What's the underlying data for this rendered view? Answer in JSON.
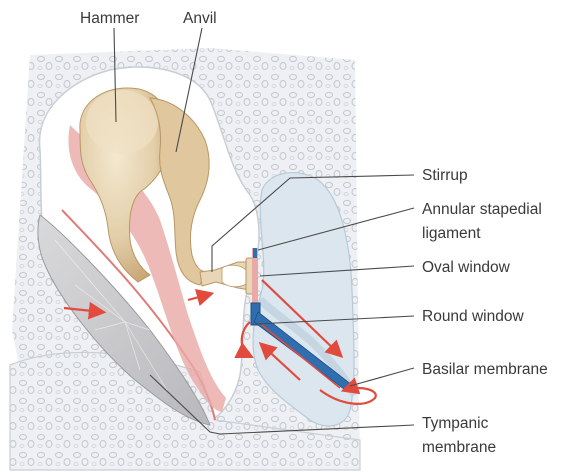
{
  "labels": {
    "hammer": "Hammer",
    "anvil": "Anvil",
    "stirrup": "Stirrup",
    "annular_line1": "Annular stapedial",
    "annular_line2": "ligament",
    "oval_window": "Oval window",
    "round_window": "Round window",
    "basilar_membrane": "Basilar membrane",
    "tympanic_line1": "Tympanic",
    "tympanic_line2": "membrane"
  },
  "colors": {
    "bone": "#eef0f3",
    "bone_texture": "#c2c8d0",
    "ossicle": "#e8d6b4",
    "ossicle_shade": "#c9a97a",
    "pink": "#e9a9a6",
    "fluid": "#dbe6ef",
    "membrane_blue": "#2f6fb0",
    "arrow_red": "#e24a3d",
    "leader_line": "#4a4a4a"
  }
}
